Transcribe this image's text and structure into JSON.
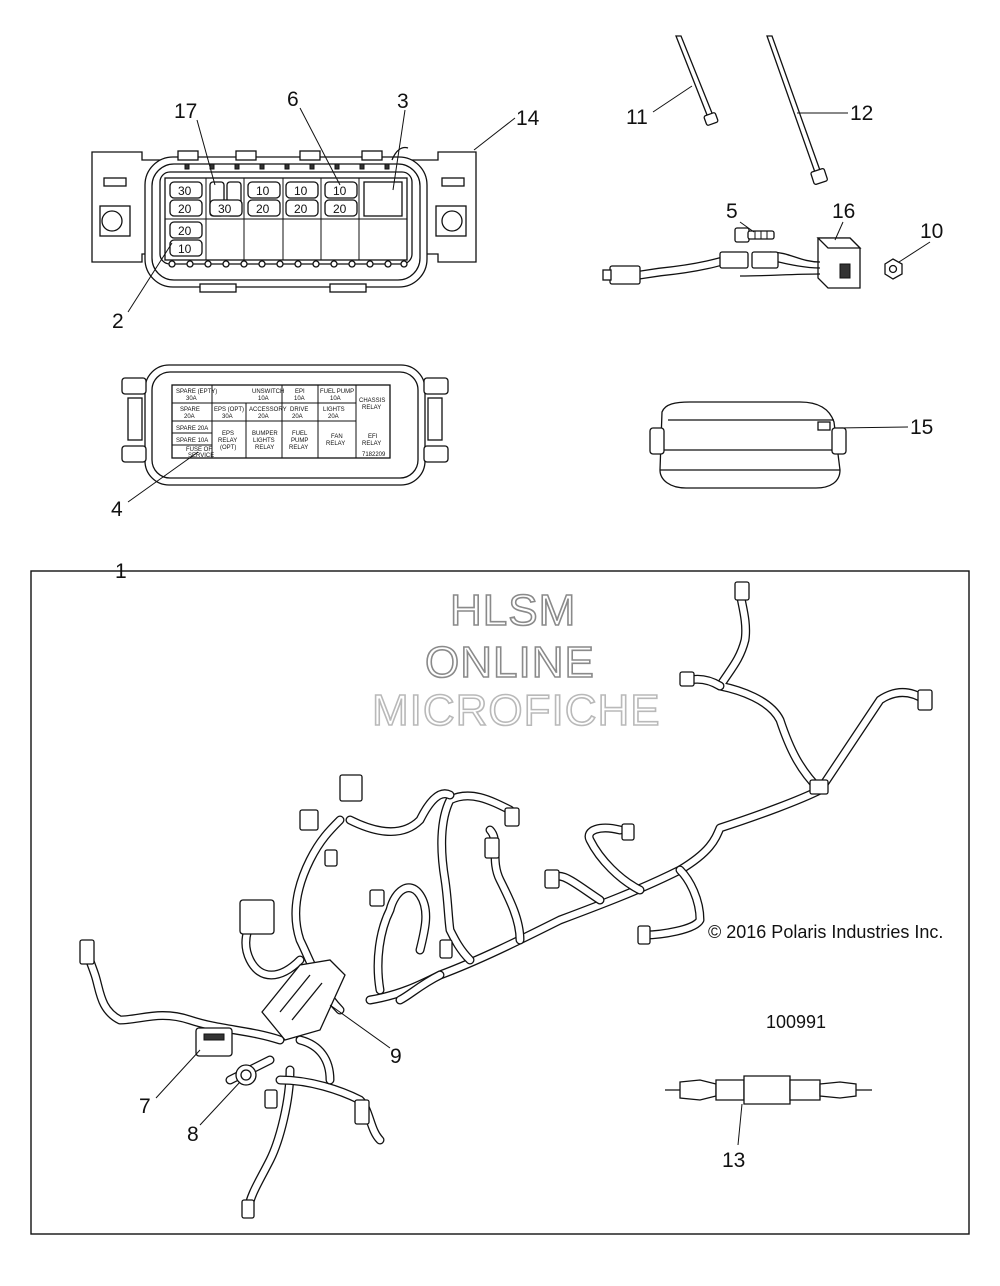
{
  "callouts": {
    "c1": "1",
    "c2": "2",
    "c3": "3",
    "c4": "4",
    "c5": "5",
    "c6": "6",
    "c7": "7",
    "c8": "8",
    "c9": "9",
    "c10": "10",
    "c11": "11",
    "c12": "12",
    "c13": "13",
    "c14": "14",
    "c15": "15",
    "c16": "16",
    "c17": "17"
  },
  "watermark": {
    "line1": "HLSM",
    "line2": "ONLINE",
    "line3": "MICROFICHE"
  },
  "copyright": "© 2016 Polaris Industries Inc.",
  "drawing_number": "100991",
  "fuse_box": {
    "fuses_row1": [
      "30",
      "10",
      "10",
      "10"
    ],
    "fuses_row2": [
      "20",
      "30",
      "20",
      "20",
      "20"
    ],
    "fuses_row3": [
      "20",
      "10"
    ]
  },
  "cover_label": {
    "c_spare_epty": "SPARE (EPTY)",
    "c_spare_epty_amp": "30A",
    "c_unswitch": "UNSWITCH",
    "c_unswitch_amp": "10A",
    "c_epi": "EPI",
    "c_epi_amp": "10A",
    "c_fuel_pump": "FUEL PUMP",
    "c_fuel_pump_amp": "10A",
    "c_chassis": "CHASSIS",
    "c_chassis_relay": "RELAY",
    "c_spare1": "SPARE",
    "c_spare1_amp": "20A",
    "c_eps_opt": "EPS (OPT)",
    "c_eps_opt_amp": "30A",
    "c_accessory": "ACCESSORY",
    "c_accessory_amp": "20A",
    "c_drive": "DRIVE",
    "c_drive_amp": "20A",
    "c_lights": "LIGHTS",
    "c_lights_amp": "20A",
    "c_spare2": "SPARE 20A",
    "c_spare3": "SPARE 10A",
    "c_eps_relay": "EPS",
    "c_eps_relay_2": "RELAY",
    "c_eps_relay_3": "(OPT)",
    "c_bumper": "BUMPER",
    "c_bumper_2": "LIGHTS",
    "c_bumper_3": "RELAY",
    "c_fpump": "FUEL",
    "c_fpump_2": "PUMP",
    "c_fpump_3": "RELAY",
    "c_fan": "FAN",
    "c_fan_2": "RELAY",
    "c_efi": "EFI",
    "c_efi_2": "RELAY",
    "c_fuse_note": "FUSE OF",
    "c_fuse_note_2": "SERVICE",
    "c_part_no": "7182209"
  }
}
